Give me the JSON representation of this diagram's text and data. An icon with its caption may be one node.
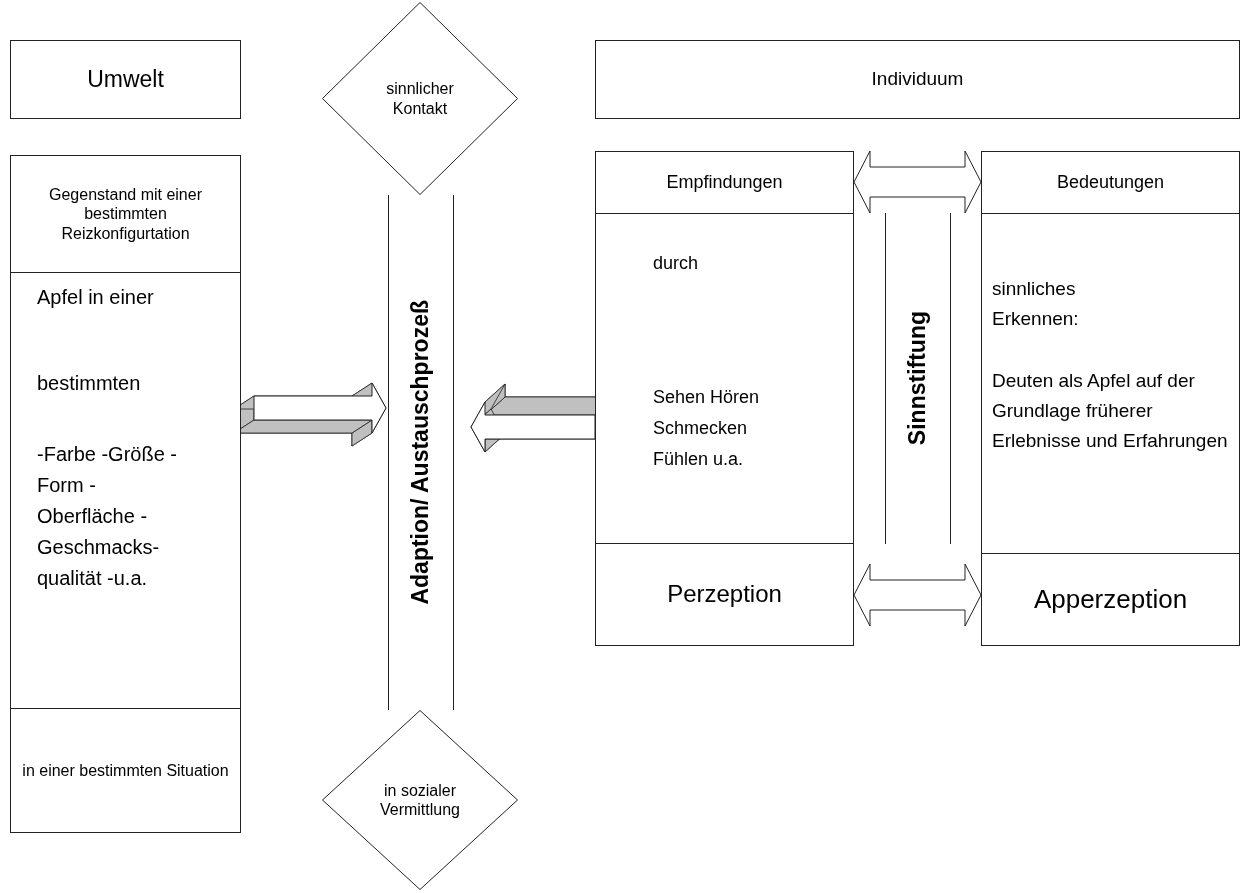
{
  "diagram": {
    "nodes": [
      {
        "text": [
          "Umwelt"
        ]
      },
      {
        "text": [
          "Gegenstand mit einer bestimmten Reizkonfigurtation"
        ]
      },
      {
        "text": [
          "Apfel in einer",
          "bestimmten",
          "-Farbe -Größe -Form -Oberfläche -Geschmacks- qualität -u.a."
        ]
      },
      {
        "text": [
          "in einer bestimmten Situation"
        ]
      },
      {
        "text": [
          "sinnlicher Kontakt"
        ]
      },
      {
        "text": [
          "Adaption/ Austauschprozeß"
        ]
      },
      {
        "text": [
          "in sozialer Vermittlung"
        ]
      },
      {
        "text": [
          "Individuum"
        ]
      },
      {
        "text": [
          "Empfindungen"
        ]
      },
      {
        "text": [
          "durch",
          "Sehen Hören Schmecken Fühlen u.a."
        ]
      },
      {
        "text": [
          "Perzeption"
        ]
      },
      {
        "text": [
          "Bedeutungen"
        ]
      },
      {
        "text": [
          "sinnliches Erkennen:",
          "Deuten als Apfel auf der Grundlage früherer Erlebnisse und Erfahrungen"
        ]
      },
      {
        "text": [
          "Apperzeption"
        ]
      },
      {
        "text": [
          "Sinnstiftung"
        ]
      }
    ],
    "edges": [
      {
        "from": 2,
        "to": 5,
        "arrow": "to"
      },
      {
        "from": 9,
        "to": 5,
        "arrow": "to"
      },
      {
        "from": 8,
        "to": 11,
        "arrow": "both"
      },
      {
        "from": 10,
        "to": 13,
        "arrow": "both"
      }
    ]
  }
}
